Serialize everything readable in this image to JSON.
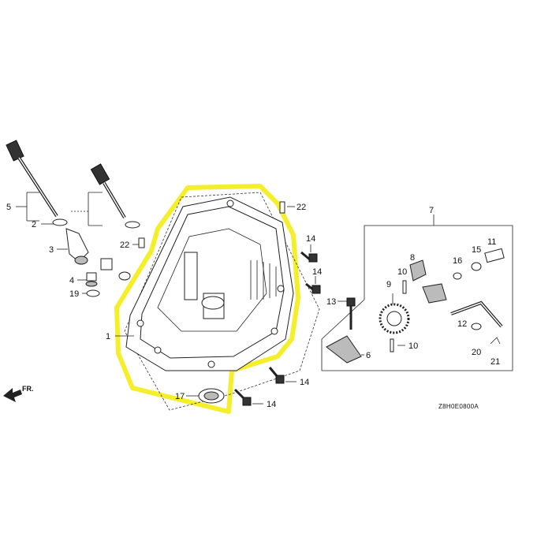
{
  "diagram": {
    "drawing_code": "Z8H0E0800A",
    "front_indicator": "FR.",
    "highlight_color": "#f5ee2a",
    "callouts": {
      "c1": "1",
      "c2": "2",
      "c3": "3",
      "c4": "4",
      "c5": "5",
      "c6": "6",
      "c7": "7",
      "c8": "8",
      "c9": "9",
      "c10a": "10",
      "c10b": "10",
      "c11": "11",
      "c12": "12",
      "c13": "13",
      "c14a": "14",
      "c14b": "14",
      "c14c": "14",
      "c14d": "14",
      "c15": "15",
      "c16": "16",
      "c17": "17",
      "c19": "19",
      "c20": "20",
      "c21": "21",
      "c22a": "22",
      "c22b": "22"
    }
  }
}
